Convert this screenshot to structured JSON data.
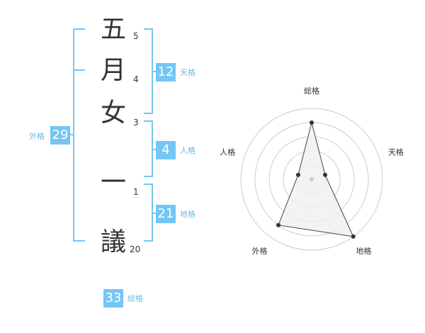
{
  "name": {
    "chars": [
      {
        "char": "五",
        "strokes": "5"
      },
      {
        "char": "月",
        "strokes": "4"
      },
      {
        "char": "女",
        "strokes": "3"
      },
      {
        "char": "一",
        "strokes": "1"
      },
      {
        "char": "議",
        "strokes": "20"
      }
    ]
  },
  "fortune": {
    "tenkaku": {
      "value": "12",
      "label": "天格"
    },
    "jinkaku": {
      "value": "4",
      "label": "人格"
    },
    "chikaku": {
      "value": "21",
      "label": "地格"
    },
    "gaikaku": {
      "value": "29",
      "label": "外格"
    },
    "soukaku": {
      "value": "33",
      "label": "総格"
    }
  },
  "chart_data": {
    "type": "radar",
    "axes": [
      "総格",
      "天格",
      "地格",
      "外格",
      "人格"
    ],
    "rings": 5,
    "max": 5,
    "values": [
      4,
      1,
      5,
      4,
      1
    ],
    "colors": {
      "fill": "#f0f0f0",
      "stroke": "#444444",
      "grid": "#cccccc",
      "center": "#cccccc"
    }
  },
  "colors": {
    "accent": "#74c6f4",
    "bracket": "#74c6f4",
    "text": "#333333"
  }
}
